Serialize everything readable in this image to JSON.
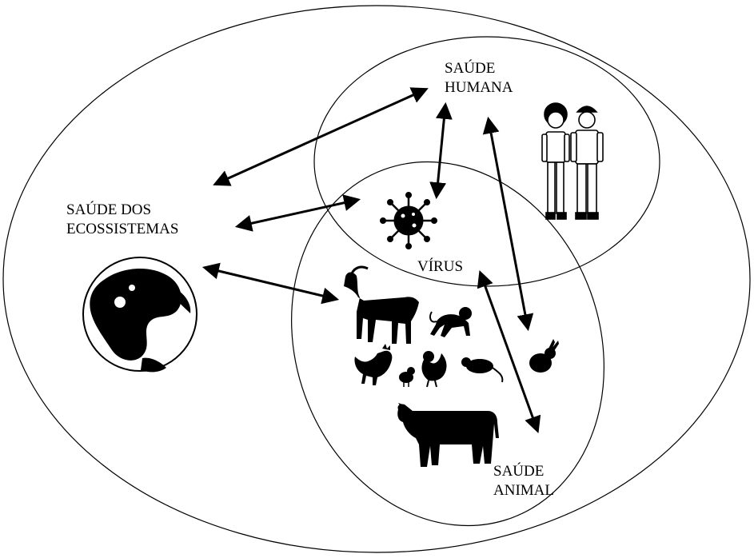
{
  "labels": {
    "saude_humana": [
      "SAÚDE",
      "HUMANA"
    ],
    "saude_ecossistemas": [
      "SAÚDE DOS",
      "ECOSSISTEMAS"
    ],
    "virus": "VÍRUS",
    "saude_animal": [
      "SAÚDE",
      "ANIMAL"
    ]
  },
  "icons": {
    "people": "people-icon",
    "globe": "globe-icon",
    "virus": "virus-icon",
    "goat": "goat-icon",
    "monkey": "monkey-icon",
    "rooster": "rooster-icon",
    "chick": "chick-icon",
    "hen": "hen-icon",
    "rat": "rat-icon",
    "rabbit": "rabbit-icon",
    "cow": "cow-icon"
  },
  "colors": {
    "ink": "#000000",
    "background": "#ffffff"
  }
}
